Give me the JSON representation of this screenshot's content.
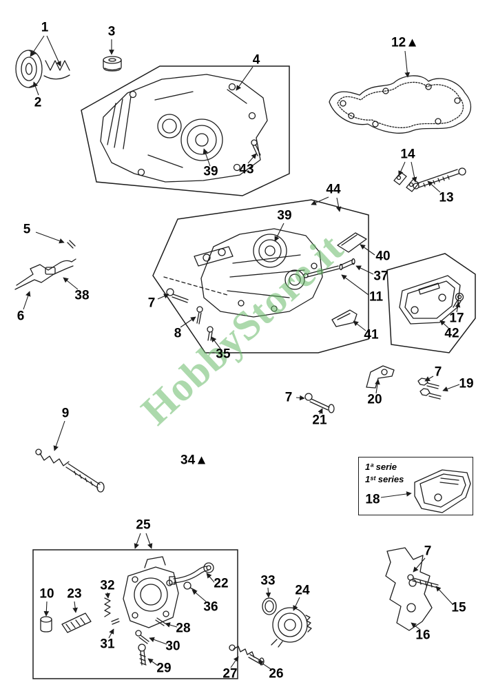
{
  "watermark": {
    "text": "HobbyStore.it",
    "color": "rgba(104,186,104,0.55)"
  },
  "series_box": {
    "line1": "1ª serie",
    "line2": "1ˢᵗ series"
  },
  "labels": [
    {
      "text": "1"
    },
    {
      "text": "2"
    },
    {
      "text": "3"
    },
    {
      "text": "4"
    },
    {
      "text": "12▲"
    },
    {
      "text": "14"
    },
    {
      "text": "13"
    },
    {
      "text": "39"
    },
    {
      "text": "43"
    },
    {
      "text": "44"
    },
    {
      "text": "39"
    },
    {
      "text": "5"
    },
    {
      "text": "38"
    },
    {
      "text": "6"
    },
    {
      "text": "7"
    },
    {
      "text": "8"
    },
    {
      "text": "35"
    },
    {
      "text": "40"
    },
    {
      "text": "37"
    },
    {
      "text": "11"
    },
    {
      "text": "17"
    },
    {
      "text": "42"
    },
    {
      "text": "41"
    },
    {
      "text": "20"
    },
    {
      "text": "7"
    },
    {
      "text": "19"
    },
    {
      "text": "7"
    },
    {
      "text": "21"
    },
    {
      "text": "9"
    },
    {
      "text": "34▲"
    },
    {
      "text": "18"
    },
    {
      "text": "25"
    },
    {
      "text": "10"
    },
    {
      "text": "23"
    },
    {
      "text": "32"
    },
    {
      "text": "22"
    },
    {
      "text": "36"
    },
    {
      "text": "33"
    },
    {
      "text": "24"
    },
    {
      "text": "31"
    },
    {
      "text": "28"
    },
    {
      "text": "30"
    },
    {
      "text": "29"
    },
    {
      "text": "27"
    },
    {
      "text": "26"
    },
    {
      "text": "7"
    },
    {
      "text": "15"
    },
    {
      "text": "16"
    }
  ]
}
